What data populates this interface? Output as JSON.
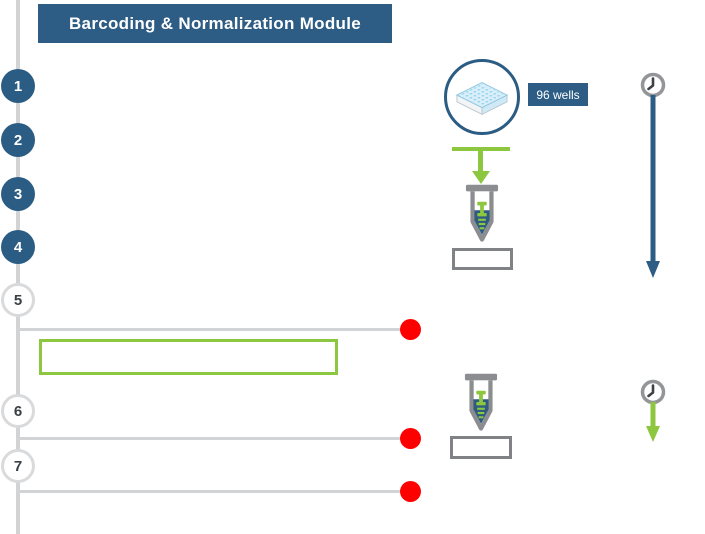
{
  "header": {
    "title": "Barcoding & Normalization Module"
  },
  "timeline": {
    "steps": [
      {
        "number": "1",
        "variant": "filled"
      },
      {
        "number": "2",
        "variant": "filled"
      },
      {
        "number": "3",
        "variant": "filled"
      },
      {
        "number": "4",
        "variant": "filled"
      },
      {
        "number": "5",
        "variant": "outline"
      },
      {
        "number": "6",
        "variant": "outline"
      },
      {
        "number": "7",
        "variant": "outline"
      }
    ]
  },
  "plate": {
    "badge_label": "96 wells"
  },
  "icons": {
    "plate": "plate-96-well-icon",
    "tube": "sample-tube-icon",
    "clock": "clock-icon",
    "long_timer_arrow": "down-arrow-blue",
    "short_timer_arrow": "down-arrow-green",
    "marker": "red-dot-marker"
  },
  "colors": {
    "primary_blue": "#2b5c83",
    "accent_green": "#8dc63f",
    "marker_red": "#ff0000",
    "timeline_gray": "#d1d3d4",
    "icon_gray": "#8b8d90",
    "liquid_blue": "#2e5c80"
  }
}
